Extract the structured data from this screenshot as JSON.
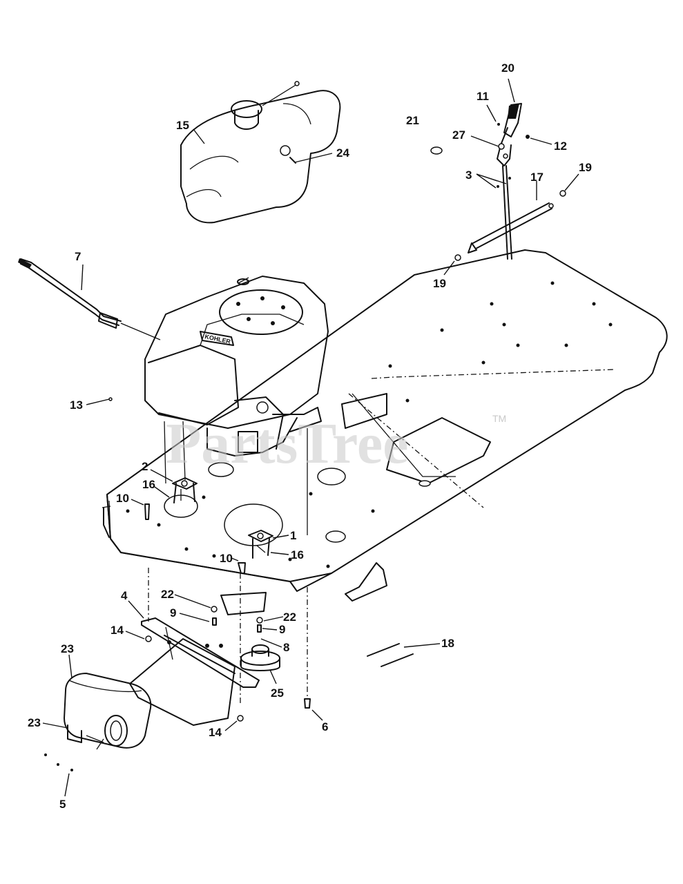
{
  "watermark": {
    "text": "PartsTree",
    "trademark": "TM"
  },
  "callouts": [
    {
      "id": "c20",
      "text": "20"
    },
    {
      "id": "c11",
      "text": "11"
    },
    {
      "id": "c21",
      "text": "21"
    },
    {
      "id": "c27",
      "text": "27"
    },
    {
      "id": "c12",
      "text": "12"
    },
    {
      "id": "c3",
      "text": "3"
    },
    {
      "id": "c17",
      "text": "17"
    },
    {
      "id": "c19a",
      "text": "19"
    },
    {
      "id": "c19b",
      "text": "19"
    },
    {
      "id": "c15",
      "text": "15"
    },
    {
      "id": "c24",
      "text": "24"
    },
    {
      "id": "c7",
      "text": "7"
    },
    {
      "id": "c13",
      "text": "13"
    },
    {
      "id": "c2",
      "text": "2"
    },
    {
      "id": "c16a",
      "text": "16"
    },
    {
      "id": "c10a",
      "text": "10"
    },
    {
      "id": "c1",
      "text": "1"
    },
    {
      "id": "c10b",
      "text": "10"
    },
    {
      "id": "c16b",
      "text": "16"
    },
    {
      "id": "c22a",
      "text": "22"
    },
    {
      "id": "c4",
      "text": "4"
    },
    {
      "id": "c9a",
      "text": "9"
    },
    {
      "id": "c22b",
      "text": "22"
    },
    {
      "id": "c9b",
      "text": "9"
    },
    {
      "id": "c14a",
      "text": "14"
    },
    {
      "id": "c8",
      "text": "8"
    },
    {
      "id": "c18",
      "text": "18"
    },
    {
      "id": "c23a",
      "text": "23"
    },
    {
      "id": "c25",
      "text": "25"
    },
    {
      "id": "c23b",
      "text": "23"
    },
    {
      "id": "c14b",
      "text": "14"
    },
    {
      "id": "c6",
      "text": "6"
    },
    {
      "id": "c5",
      "text": "5"
    }
  ],
  "engine_brand": "KOHLER"
}
